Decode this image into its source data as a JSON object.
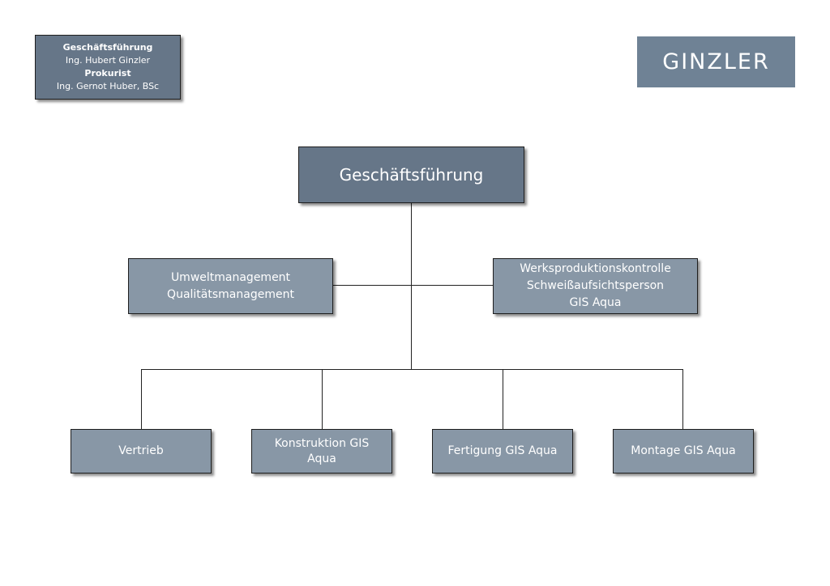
{
  "info_box": {
    "line1": "Geschäftsführung",
    "line2": "Ing. Hubert Ginzler",
    "line3": "Prokurist",
    "line4": "Ing. Gernot Huber, BSc"
  },
  "logo": {
    "text": "GINZLER"
  },
  "org": {
    "top": "Geschäftsführung",
    "staff_left": [
      "Umweltmanagement",
      "Qualitätsmanagement"
    ],
    "staff_right": [
      "Werksproduktionskontrolle",
      "Schweißaufsichtsperson",
      "GIS Aqua"
    ],
    "departments": [
      [
        "Vertrieb"
      ],
      [
        "Konstruktion GIS",
        "Aqua"
      ],
      [
        "Fertigung GIS Aqua"
      ],
      [
        "Montage GIS Aqua"
      ]
    ]
  },
  "colors": {
    "top_box": "#667688",
    "sub_boxes": "#8897a6",
    "logo_bg": "#6f8295",
    "connector": "#222222"
  }
}
